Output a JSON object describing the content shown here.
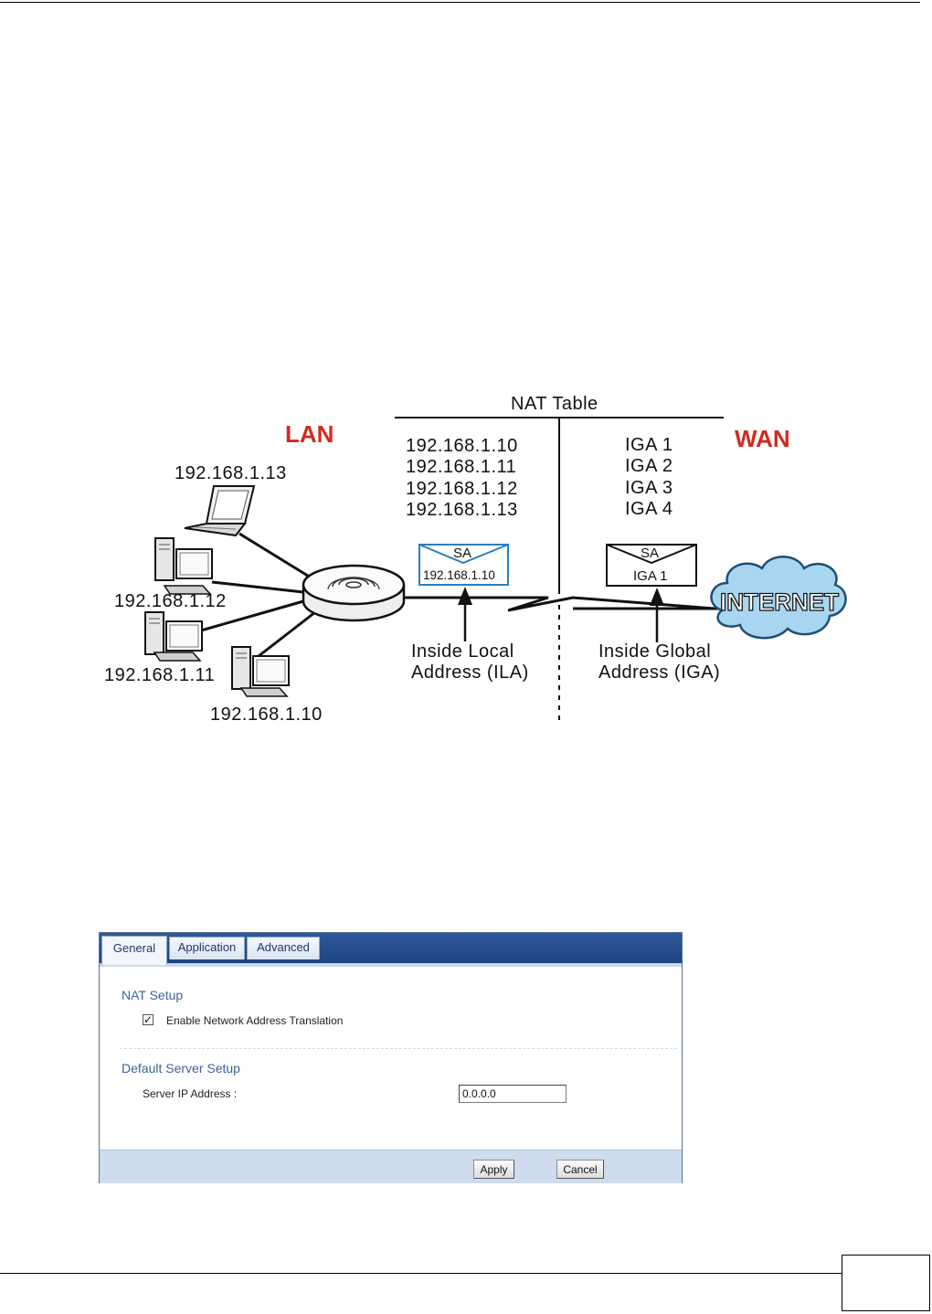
{
  "diagram": {
    "lan_label": "LAN",
    "wan_label": "WAN",
    "nat_table_title": "NAT Table",
    "ila_list": [
      "192.168.1.10",
      "192.168.1.11",
      "192.168.1.12",
      "192.168.1.13"
    ],
    "iga_list": [
      "IGA 1",
      "IGA 2",
      "IGA 3",
      "IGA 4"
    ],
    "hosts": {
      "laptop": "192.168.1.13",
      "pc_12": "192.168.1.12",
      "pc_11": "192.168.1.11",
      "pc_10": "192.168.1.10"
    },
    "packet_left": {
      "label": "SA",
      "address": "192.168.1.10"
    },
    "packet_right": {
      "label": "SA",
      "address": "IGA 1"
    },
    "internet_label": "INTERNET",
    "ila_caption_line1": "Inside Local",
    "ila_caption_line2": "Address (ILA)",
    "iga_caption_line1": "Inside Global",
    "iga_caption_line2": "Address (IGA)",
    "colors": {
      "lan_wan": "#d32a20",
      "packet_left_border": "#2a7fc1",
      "cloud": "#9fd0ee"
    }
  },
  "screen": {
    "tabs": [
      {
        "label": "General",
        "active": true
      },
      {
        "label": "Application",
        "active": false
      },
      {
        "label": "Advanced",
        "active": false
      }
    ],
    "nat_setup": {
      "title": "NAT Setup",
      "enable_label": "Enable Network Address Translation",
      "enable_checked": true
    },
    "default_server": {
      "title": "Default Server Setup",
      "ip_label": "Server IP Address :",
      "ip_value": "0.0.0.0"
    },
    "buttons": {
      "apply": "Apply",
      "cancel": "Cancel"
    },
    "colors": {
      "tab_bar": "#1d4380",
      "section_title": "#3d6298",
      "footer": "#cfdcee"
    }
  }
}
